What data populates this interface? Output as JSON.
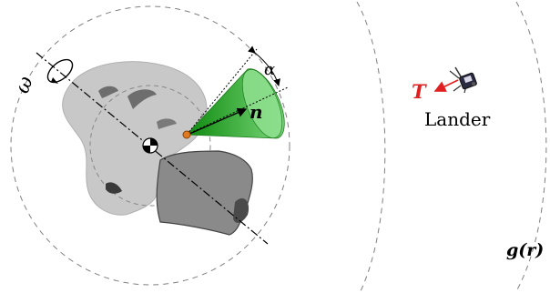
{
  "labels": {
    "omega": "ω",
    "alpha": "α",
    "normal": "n",
    "thrust": "T",
    "lander": "Lander",
    "gravity": "g(r)"
  },
  "colors": {
    "thrust_arrow": "#e02020",
    "cone_fill": "#22aa22",
    "asteroid_light": "#c8c8c8",
    "asteroid_dark": "#8a8a8a",
    "vent_point": "#e07a20",
    "dashed_circles": "#808080"
  },
  "icons": {
    "rotation": "rotation-arrow-icon",
    "center_of_mass": "center-of-mass-icon",
    "lander": "lander-icon"
  }
}
